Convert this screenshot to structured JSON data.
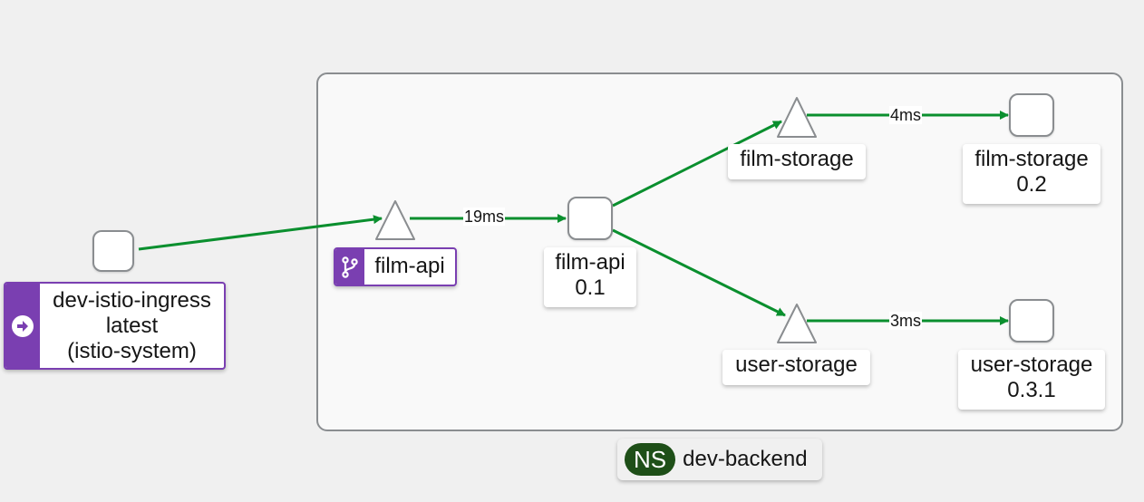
{
  "namespace": {
    "badge": "NS",
    "name": "dev-backend"
  },
  "nodes": {
    "ingress": {
      "lines": [
        "dev-istio-ingress",
        "latest",
        "(istio-system)"
      ],
      "icon": "arrow-circle-right-icon"
    },
    "film_api_service": {
      "lines": [
        "film-api"
      ],
      "icon": "branch-icon"
    },
    "film_api_workload": {
      "lines": [
        "film-api",
        "0.1"
      ]
    },
    "film_storage_service": {
      "lines": [
        "film-storage"
      ]
    },
    "film_storage_workload": {
      "lines": [
        "film-storage",
        "0.2"
      ]
    },
    "user_storage_service": {
      "lines": [
        "user-storage"
      ]
    },
    "user_storage_workload": {
      "lines": [
        "user-storage",
        "0.3.1"
      ]
    }
  },
  "edges": {
    "ingress_to_film_api": {
      "label": ""
    },
    "film_api_service_to_workload": {
      "label": "19ms"
    },
    "film_api_to_film_storage": {
      "label": ""
    },
    "film_api_to_user_storage": {
      "label": ""
    },
    "film_storage_to_workload": {
      "label": "4ms"
    },
    "user_storage_to_workload": {
      "label": "3ms"
    }
  },
  "colors": {
    "edge": "#0a8f2e",
    "accent": "#7a3fb1",
    "ns_badge": "#1e4f18",
    "node_border": "#8a8d90"
  }
}
